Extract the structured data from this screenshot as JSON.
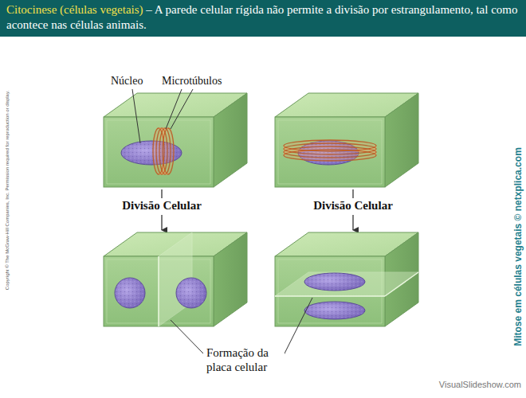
{
  "diagram": {
    "title": "Citocinese (células vegetais)",
    "labels": [
      "– A parede celular rígida não permite a divisão por estrangulamento, tal como acontece nas células animais.",
      "Núcleo",
      "Microtúbulos",
      "Divisão Celular",
      "Divisão Celular",
      "Formação da placa celular",
      "Copyright © The McGraw-Hill Companies, Inc. Permission required for reproduction or display.",
      "Mitose em células vegetais © netxplica.com",
      "VisualSlideshow.com"
    ]
  }
}
